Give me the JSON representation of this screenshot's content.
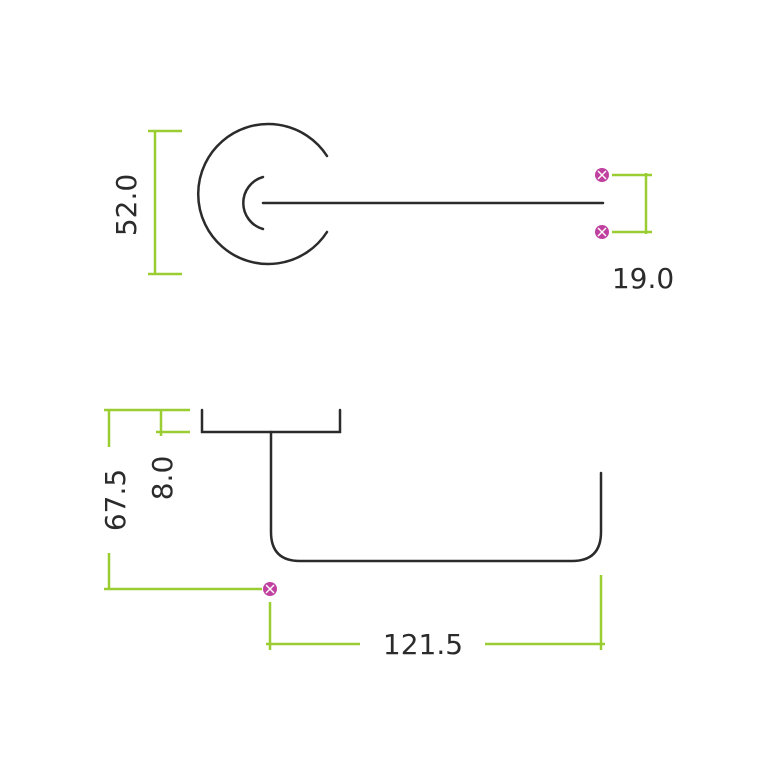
{
  "diagram": {
    "title": "Lever handle on round rose - technical drawing",
    "colors": {
      "outline": "#2b2b2b",
      "dimension": "#9acd32",
      "marker": "#c040a0",
      "background": "#ffffff"
    },
    "dimensions": {
      "rose_diameter": "52.0",
      "lever_width": "19.0",
      "projection": "67.5",
      "rose_thickness": "8.0",
      "lever_length": "121.5"
    },
    "views": [
      "front-view",
      "top-view"
    ]
  }
}
